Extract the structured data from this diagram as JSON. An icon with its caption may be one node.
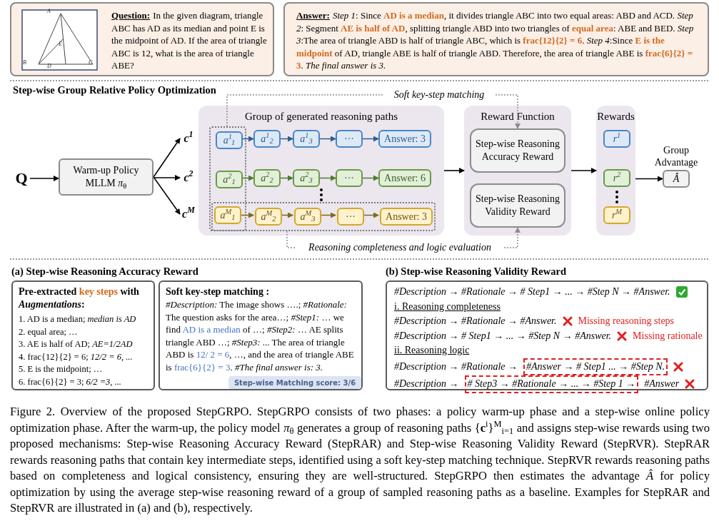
{
  "diagram": {
    "nodes": [
      {
        "text": [
          "Question:",
          "In the given diagram, triangle ABC has AD as its median and point E is the midpoint of AD. If the area of triangle ABC is 12, what is the area of triangle ABE?"
        ]
      },
      {
        "text": [
          "Answer:",
          "*Step 1*:  Since **AD is a median**, it divides triangle ABC into two equal areas: ABD and ACD. *Step 2*: Segment **AE is half of AD**, splitting triangle ABD into two triangles of **equal area**: ABE and BED. *Step 3*:The area of triangle ABD is half of triangle ABC, which is **frac{12}{2} = 6**. *Step 4*:Since **E is the midpoint** of AD, triangle ABE is half of triangle ABD. Therefore, the area of triangle ABE is **frac{6}{2} = 3**. *The final answer is 3.*"
        ]
      },
      {
        "text": [
          "Q"
        ]
      },
      {
        "text": [
          "Warm-up Policy MLLM *π*$_{θ}$"
        ]
      },
      {
        "text": [
          "c$^{1}$"
        ]
      },
      {
        "text": [
          "c$^{2}$"
        ]
      },
      {
        "text": [
          "c$^{M}$"
        ]
      },
      {
        "text": [
          "Group of generated reasoning paths"
        ]
      },
      {
        "text": [],
        "shape": "box",
        "in": 7
      },
      {
        "text": [],
        "shape": "box",
        "in": 7
      },
      {
        "text": [
          "*a*$^{1}$$_{1}$"
        ],
        "in": 8
      },
      {
        "text": [
          "*a*$^{1}$$_{2}$"
        ],
        "in": 7
      },
      {
        "text": [
          "*a*$^{1}$$_{3}$"
        ],
        "in": 7
      },
      {
        "text": [
          "···"
        ],
        "in": 7
      },
      {
        "text": [
          "Answer: 3"
        ],
        "in": 7
      },
      {
        "text": [
          "*a*$^{2}$$_{1}$"
        ],
        "in": 8
      },
      {
        "text": [
          "*a*$^{2}$$_{2}$"
        ],
        "in": 7
      },
      {
        "text": [
          "*a*$^{2}$$_{3}$"
        ],
        "in": 7
      },
      {
        "text": [
          "···"
        ],
        "in": 7
      },
      {
        "text": [
          "Answer: 6"
        ],
        "in": 7
      },
      {
        "text": [
          "*a*$^{M}$$_{1}$"
        ]
      },
      {
        "text": [
          "*a*$^{M}$$_{2}$"
        ],
        "in": 9
      },
      {
        "text": [
          "*a*$^{M}$$_{3}$"
        ],
        "in": 9
      },
      {
        "text": [
          "···"
        ],
        "in": 9
      },
      {
        "text": [
          "Answer: 3"
        ],
        "in": 9
      },
      {
        "text": [
          "Reward Function"
        ]
      },
      {
        "text": [
          "Step-wise Reasoning Accuracy Reward"
        ],
        "in": 25
      },
      {
        "text": [
          "Step-wise Reasoning Validity Reward"
        ],
        "in": 25
      },
      {
        "text": [
          "Rewards"
        ]
      },
      {
        "text": [
          "*r*$^{1}$"
        ],
        "in": 28
      },
      {
        "text": [
          "*r*$^{2}$"
        ],
        "in": 28
      },
      {
        "text": [
          "*r*$^{M}$"
        ],
        "in": 28
      },
      {
        "text": [
          "*Â*"
        ],
        "beside": [
          "Group Advantage"
        ]
      },
      {
        "text": [
          "Soft key-step matching"
        ]
      },
      {
        "text": [
          "Reasoning completeness and logic evaluation"
        ]
      },
      {
        "text": [
          "Pre-extracted **key steps** with *Augmentations*:",
          "1. AD is a median; *median is AD*",
          "2. equal area; …",
          "3. AE is half of AD; *AE=1/2AD*",
          "4. frac{12}{2} = 6; *12/2 = 6, ...*",
          "5. E is the midpoint; …",
          "6. frac{6}{2} = 3; *6/2 =3, ...*"
        ]
      },
      {
        "text": [
          "Soft key-step matching :",
          "*#Description:* The image shows ….; *#Rationale:* The question asks for the area…; *#Step1:* … we find **AD is a median** of  …; *#Step2:* … AE splits triangle ABD …; *#Step3:* ... The area of triangle ABD is **12/ 2 = 6**, …, and the area of triangle ABE is **frac{6}{2} = 3**.  *#The final answer is: 3.*"
        ]
      },
      {
        "text": [
          "Step-wise Matching score: 3/6"
        ],
        "in": 36
      },
      {
        "text": [
          "#Description → #Rationale → # Step1 → ... → #Step N → #Answer.",
          "i. Reasoning completeness",
          "#Description → #Rationale → #Answer.",
          "Missing reasoning steps",
          "#Description → # Step1 → ... → #Step N → #Answer.",
          "Missing rationale",
          "ii. Reasoning logic",
          "#Description → #Rationale →",
          "#Description →",
          "#Answer"
        ]
      },
      {
        "text": [
          "#Answer → # Step1 ... → #Step N."
        ],
        "in": 38
      },
      {
        "text": [
          "# Step3 → #Rationale → ... → #Step 1 →"
        ],
        "in": 38
      }
    ],
    "edges": [
      {
        "from": 2,
        "to": 3,
        "arrow": "to"
      },
      {
        "from": 3,
        "to": 4,
        "arrow": "to"
      },
      {
        "from": 3,
        "to": 5,
        "arrow": "to"
      },
      {
        "from": 3,
        "to": 6,
        "arrow": "to"
      },
      {
        "from": 10,
        "to": 11,
        "arrow": "to",
        "color": "#2f5f8f"
      },
      {
        "from": 11,
        "to": 12,
        "arrow": "to",
        "color": "#2f5f8f"
      },
      {
        "from": 12,
        "to": 13,
        "arrow": "to",
        "color": "#2f5f8f"
      },
      {
        "from": 13,
        "to": 14,
        "arrow": "to",
        "color": "#2f5f8f"
      },
      {
        "from": 15,
        "to": 16,
        "arrow": "to",
        "color": "#507a33"
      },
      {
        "from": 16,
        "to": 17,
        "arrow": "to",
        "color": "#507a33"
      },
      {
        "from": 17,
        "to": 18,
        "arrow": "to",
        "color": "#507a33"
      },
      {
        "from": 18,
        "to": 19,
        "arrow": "to",
        "color": "#507a33"
      },
      {
        "from": 20,
        "to": 21,
        "arrow": "to",
        "color": "#7f6a1f"
      },
      {
        "from": 21,
        "to": 22,
        "arrow": "to",
        "color": "#7f6a1f"
      },
      {
        "from": 22,
        "to": 23,
        "arrow": "to",
        "color": "#7f6a1f"
      },
      {
        "from": 23,
        "to": 24,
        "arrow": "to",
        "color": "#7f6a1f"
      },
      {
        "from": 7,
        "to": 25,
        "arrow": "to"
      },
      {
        "from": 25,
        "to": 28,
        "arrow": "to"
      },
      {
        "from": 28,
        "to": 32,
        "arrow": "to"
      },
      {
        "from": 8,
        "to": 33,
        "arrow": "none",
        "style": "dashed",
        "color": "#8c8c8c"
      },
      {
        "from": 33,
        "to": 26,
        "arrow": "to",
        "style": "dashed",
        "color": "#8c8c8c"
      },
      {
        "from": 9,
        "to": 34,
        "arrow": "none",
        "style": "dashed",
        "color": "#8c8c8c"
      },
      {
        "from": 34,
        "to": 27,
        "arrow": "to",
        "style": "dashed",
        "color": "#8c8c8c"
      }
    ],
    "labels": [
      "A",
      "E",
      "B",
      "D",
      "C",
      "Step-wise Group Relative Policy Optimization",
      "(a) Step-wise Reasoning Accuracy Reward",
      "(b) Step-wise Reasoning Validity Reward"
    ],
    "caption": "Figure 2.  Overview of the proposed StepGRPO. StepGRPO consists of two phases: a policy warm-up phase and a step-wise online policy optimization phase. After the warm-up, the policy model *π*$_{θ}$ generates a group of reasoning paths {**c**$^{i}$}$^{M}$$_{i=1}$ and assigns step-wise rewards using two proposed mechanisms: Step-wise Reasoning Accuracy Reward (StepRAR) and Step-wise Reasoning Validity Reward (StepRVR). StepRAR rewards reasoning paths that contain key intermediate steps, identified using a soft key-step matching technique. StepRVR rewards reasoning paths based on completeness and logical consistency, ensuring they are well-structured. StepGRPO then estimates the advantage *Â* for policy optimization by using the average step-wise reasoning reward of a group of sampled reasoning paths as a baseline. Examples for StepRAR and StepRVR are illustrated in (a) and (b), respectively."
  }
}
